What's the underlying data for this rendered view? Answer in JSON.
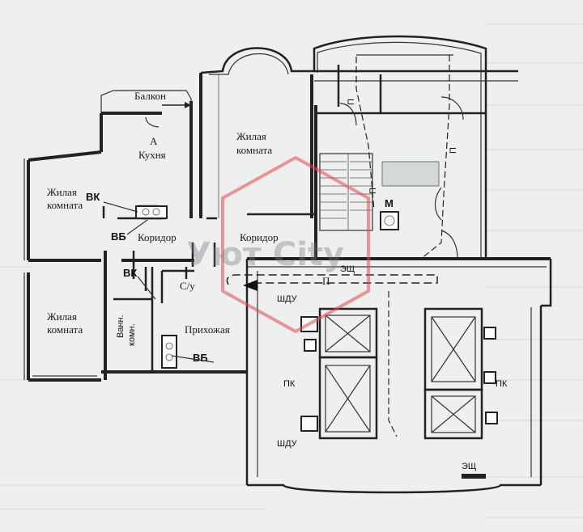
{
  "labels": {
    "balcony": "Балкон",
    "point_a": "А",
    "kitchen": "Кухня",
    "living_top_1": "Жилая",
    "living_top_2": "комната",
    "living_left_1": "Жилая",
    "living_left_2": "комната",
    "living_bottom_1": "Жилая",
    "living_bottom_2": "комната",
    "vk_top": "ВК",
    "vb_left": "ВБ",
    "corridor_left": "Коридор",
    "corridor_right": "Коридор",
    "vk_mid": "ВК",
    "wc": "С/у",
    "bath_1": "Ванн.",
    "bath_2": "комн.",
    "hallway": "Прихожая",
    "vb_bottom": "ВБ",
    "m": "М",
    "ii_1": "П",
    "ii_2": "П",
    "ii_3": "П",
    "p": "П",
    "eshch_top": "ЭЩ",
    "shdu_top": "ШДУ",
    "pk_left": "ПК",
    "pk_right": "ПК",
    "shdu_bottom": "ШДУ",
    "eshch_bottom": "ЭЩ"
  },
  "watermark": {
    "text": "Уют City",
    "color": "#e8474a"
  }
}
